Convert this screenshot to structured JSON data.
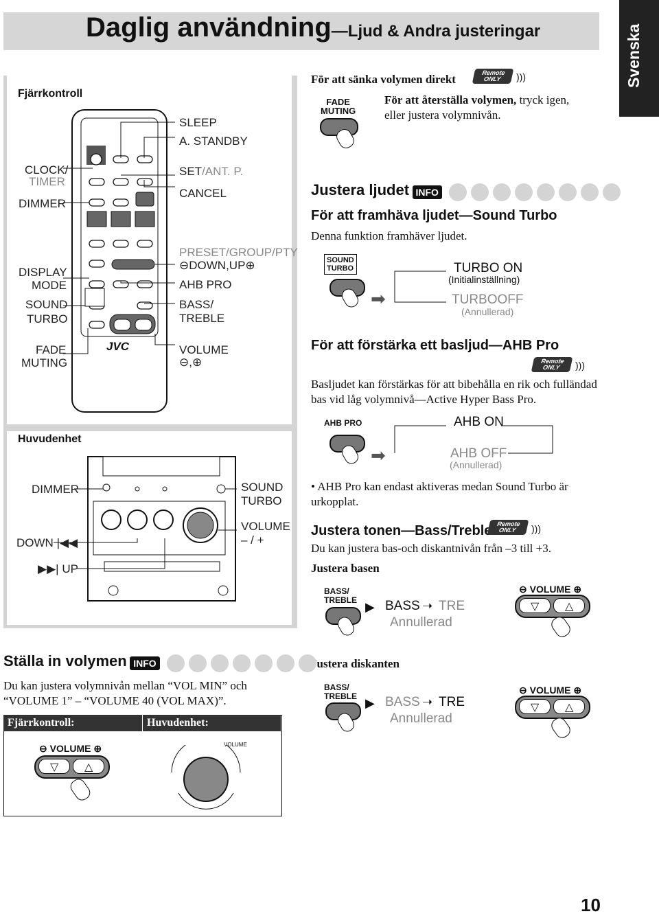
{
  "header": {
    "title": "Daglig användning",
    "subtitle": "—Ljud & Andra justeringar",
    "tab": "Svenska"
  },
  "left": {
    "remote_heading": "Fjärrkontroll",
    "remote_labels_left": [
      "CLOCK/",
      "TIMER",
      "DIMMER",
      "DISPLAY",
      "MODE",
      "SOUND",
      "TURBO",
      "FADE",
      "MUTING"
    ],
    "remote_labels_right": [
      "SLEEP",
      "A. STANDBY",
      "SET",
      "/ANT. P.",
      "CANCEL",
      "PRESET/GROUP/PTY",
      "DOWN,UP",
      "AHB PRO",
      "BASS/",
      "TREBLE",
      "VOLUME",
      ","
    ],
    "brand": "JVC",
    "main_heading": "Huvudenhet",
    "main_labels": [
      "DIMMER",
      "DOWN",
      "UP",
      "SOUND",
      "TURBO",
      "VOLUME",
      "– / +"
    ]
  },
  "fade": {
    "heading": "För att sänka volymen direkt",
    "button": [
      "FADE",
      "MUTING"
    ],
    "text_bold": "För att återställa volymen,",
    "text_rest": "tryck igen, eller justera volymnivån."
  },
  "remote_badge": {
    "line1": "Remote",
    "line2": "ONLY"
  },
  "info_label": "INFO",
  "sound": {
    "heading": "Justera ljudet",
    "sub1": "För att framhäva ljudet—Sound Turbo",
    "desc1": "Denna funktion framhäver ljudet.",
    "btn1": [
      "SOUND",
      "TURBO"
    ],
    "on": "TURBO ON",
    "on_note": "(Initialinställning)",
    "off": "TURBOOFF",
    "off_note": "(Annullerad)",
    "sub2": "För att förstärka ett basljud—AHB Pro",
    "desc2": "Basljudet kan förstärkas för att bibehålla en rik och fulländad bas vid låg volymnivå—Active Hyper Bass Pro.",
    "btn2": "AHB PRO",
    "ahb_on": "AHB ON",
    "ahb_off": "AHB OFF",
    "ahb_off_note": "(Annullerad)",
    "note": "• AHB Pro kan endast aktiveras medan Sound Turbo är urkopplat."
  },
  "tone": {
    "heading": "Justera tonen—Bass/Treble",
    "desc": "Du kan justera bas-och diskantnivån från –3 till +3.",
    "bass_heading": "Justera basen",
    "treble_heading": "Justera diskanten",
    "btn": [
      "BASS/",
      "TREBLE"
    ],
    "bass": "BASS",
    "tre": "TRE",
    "cancel": "Annullerad",
    "vol": "VOLUME"
  },
  "volume": {
    "heading": "Ställa in volymen",
    "desc": "Du kan justera volymnivån mellan “VOL MIN” och “VOLUME 1” – “VOLUME 40 (VOL MAX)”.",
    "col1": "Fjärrkontroll:",
    "col2": "Huvudenhet:",
    "vol": "VOLUME",
    "knob": "VOLUME"
  },
  "page_number": "10"
}
